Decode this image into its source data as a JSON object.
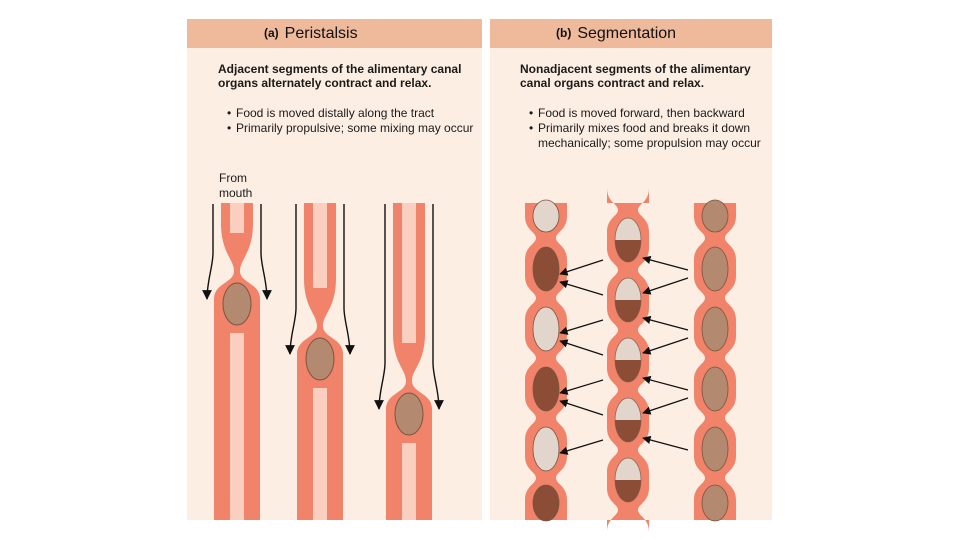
{
  "colors": {
    "panel_bg": "#fdeee3",
    "header_bg": "#efb99b",
    "wall": "#f0836a",
    "lumen": "#fbcfc0",
    "food": "#b38a6f",
    "food_dark": "#8b4d35",
    "food_light": "#e2d6cc"
  },
  "panel_a": {
    "letter": "(a)",
    "title": "Peristalsis",
    "description": "Adjacent segments of the alimentary canal organs alternately contract and relax.",
    "bullets": [
      "Food is moved distally along the tract",
      "Primarily propulsive; some mixing may occur"
    ],
    "start_label": "From mouth"
  },
  "panel_b": {
    "letter": "(b)",
    "title": "Segmentation",
    "description": "Nonadjacent segments of the alimentary canal organs contract and relax.",
    "bullets": [
      "Food is moved forward, then backward",
      "Primarily mixes food and breaks it down mechanically; some propulsion may occur"
    ]
  }
}
